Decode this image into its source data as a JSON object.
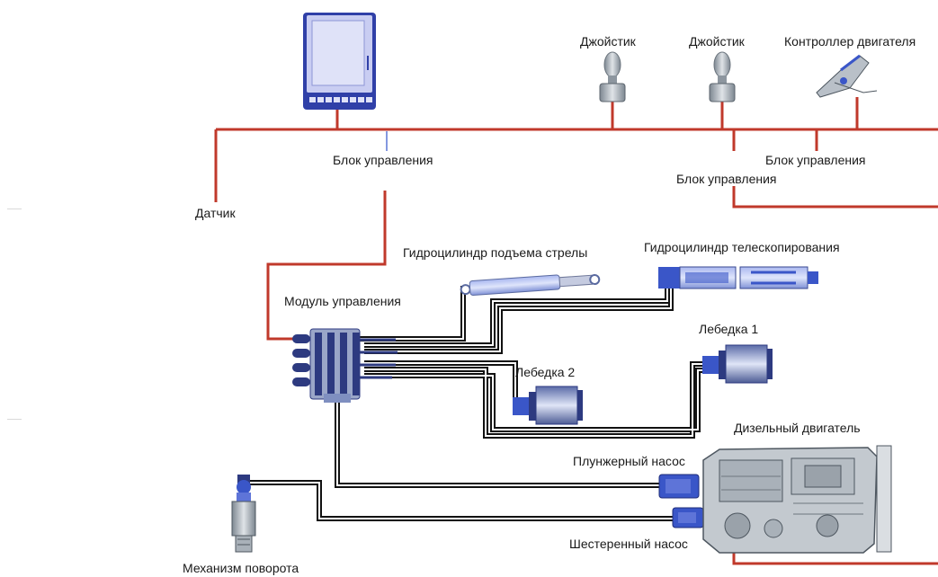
{
  "labels": {
    "joystick_1": "Джойстик",
    "joystick_2": "Джойстик",
    "engine_controller": "Контроллер двигателя",
    "control_unit_center": "Блок управления",
    "control_unit_right_upper": "Блок управления",
    "control_unit_right_lower": "Блок управления",
    "sensor": "Датчик",
    "boom_cylinder": "Гидроцилиндр подъема стрелы",
    "telescopic_cylinder": "Гидроцилиндр телескопирования",
    "control_module": "Модуль управления",
    "winch_1": "Лебедка 1",
    "winch_2": "Лебедка 2",
    "diesel_engine": "Дизельный двигатель",
    "plunger_pump": "Плунжерный насос",
    "gear_pump": "Шестеренный насос",
    "slewing_mechanism": "Механизм поворота"
  },
  "colors": {
    "electric_line": "#c0392b",
    "hydraulic_line": "#111111",
    "component_blue": "#3a56c8",
    "component_grey": "#9aa3ad",
    "display_face": "#c9cdf2",
    "display_frame": "#3040a8"
  }
}
